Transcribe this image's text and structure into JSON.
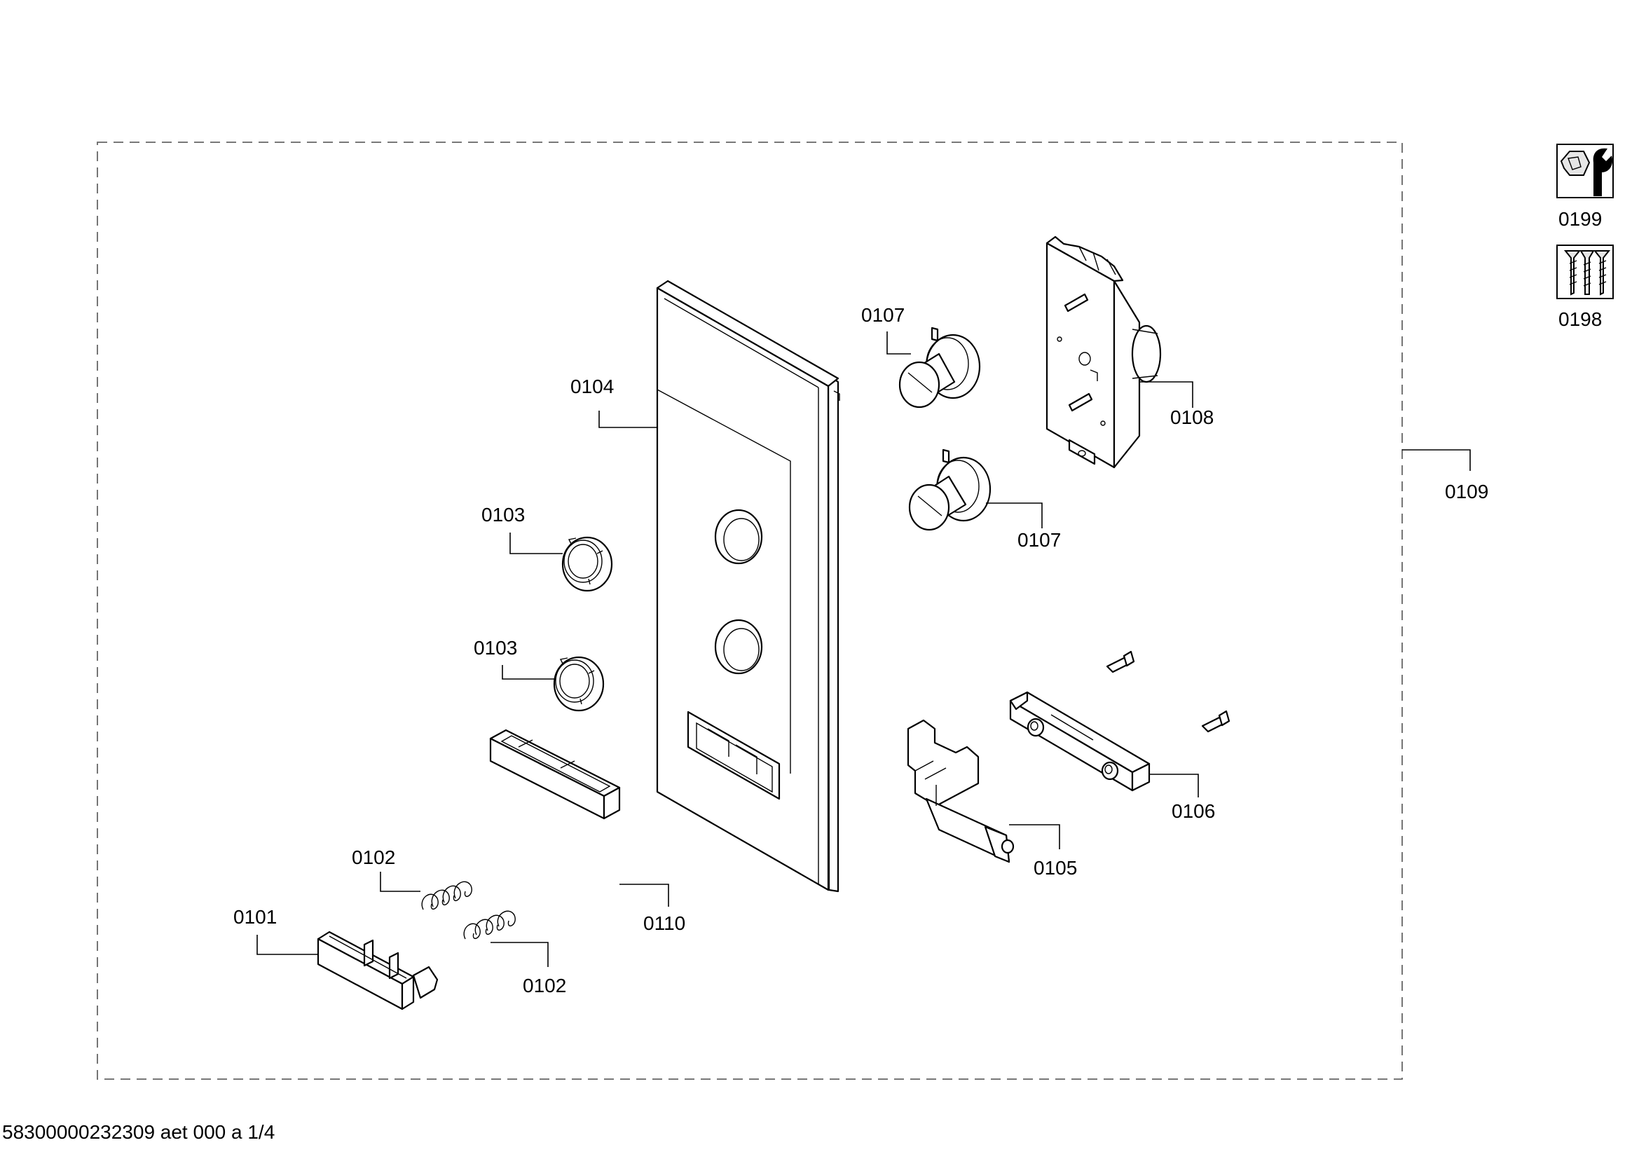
{
  "doc_id": "58300000232309 aet 000 a 1/4",
  "callouts": {
    "c0101": "0101",
    "c0102a": "0102",
    "c0102b": "0102",
    "c0103a": "0103",
    "c0103b": "0103",
    "c0104": "0104",
    "c0105": "0105",
    "c0106": "0106",
    "c0107a": "0107",
    "c0107b": "0107",
    "c0108": "0108",
    "c0109": "0109",
    "c0110": "0110"
  },
  "legend": {
    "tools": {
      "code": "0199",
      "icon": "nut-wrench-icon"
    },
    "screws": {
      "code": "0198",
      "icon": "screws-icon"
    }
  }
}
